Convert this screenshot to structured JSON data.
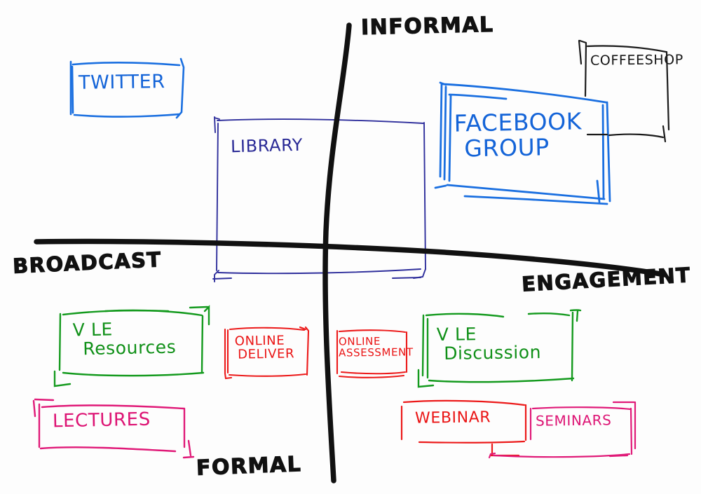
{
  "diagram": {
    "title": "Formal / Informal vs Broadcast / Engagement learning technology matrix",
    "background_color": "#fdfdfd",
    "axes": {
      "vertical": {
        "top_label": "INFORMAL",
        "bottom_label": "FORMAL",
        "color": "#111111"
      },
      "horizontal": {
        "left_label": "BROADCAST",
        "right_label": "ENGAGEMENT",
        "color": "#111111"
      }
    },
    "items": [
      {
        "id": "twitter",
        "label": "TWITTER",
        "color": "#1464d8",
        "color_name": "bright-blue",
        "quadrant": "informal-broadcast"
      },
      {
        "id": "library",
        "label": "LIBRARY",
        "color": "#2a2a96",
        "color_name": "navy",
        "quadrant": "straddles-broadcast-engagement-axis"
      },
      {
        "id": "facebook-group",
        "label_line1": "FACEBOOK",
        "label_line2": "GROUP",
        "color": "#1464d8",
        "color_name": "bright-blue",
        "quadrant": "informal-engagement"
      },
      {
        "id": "coffee-shop",
        "label_line1": "COFFEE",
        "label_line2": "SHOP",
        "color": "#161616",
        "color_name": "black",
        "quadrant": "informal-engagement"
      },
      {
        "id": "vle-resources",
        "label_line1": "V LE",
        "label_line2": "Resources",
        "color": "#109018",
        "color_name": "green",
        "quadrant": "formal-broadcast"
      },
      {
        "id": "online-deliver",
        "label_line1": "ONLINE",
        "label_line2": "DELIVER",
        "color": "#ea1414",
        "color_name": "red",
        "quadrant": "formal-broadcast"
      },
      {
        "id": "online-assessment",
        "label_line1": "ONLINE",
        "label_line2": "ASSESSMENT",
        "color": "#ea1414",
        "color_name": "red",
        "quadrant": "formal-centre"
      },
      {
        "id": "vle-discussion",
        "label_line1": "V LE",
        "label_line2": "Discussion",
        "color": "#109018",
        "color_name": "green",
        "quadrant": "formal-engagement"
      },
      {
        "id": "lectures",
        "label": "LECTURES",
        "color": "#dd1474",
        "color_name": "pink",
        "quadrant": "formal-broadcast"
      },
      {
        "id": "webinar",
        "label": "WEBINAR",
        "color": "#ea1414",
        "color_name": "red",
        "quadrant": "formal-engagement"
      },
      {
        "id": "seminars",
        "label": "SEMINARS",
        "color": "#dd1474",
        "color_name": "pink",
        "quadrant": "formal-engagement"
      }
    ]
  }
}
